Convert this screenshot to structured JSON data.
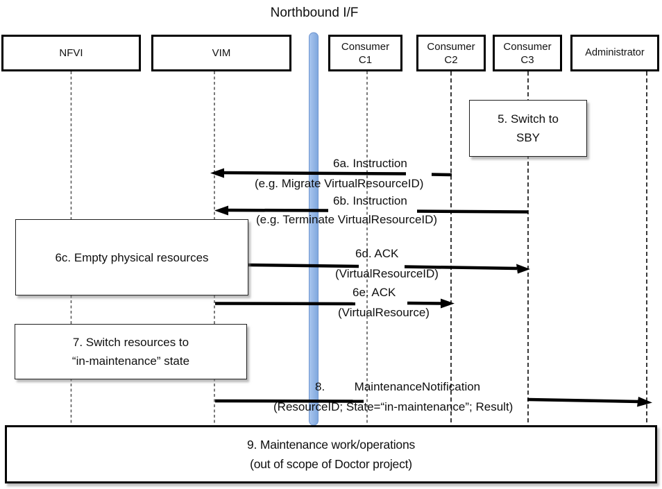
{
  "title": "Northbound I/F",
  "actors": [
    {
      "label": "NFVI"
    },
    {
      "label": "VIM"
    },
    {
      "label": "Consumer",
      "label2": "C1"
    },
    {
      "label": "Consumer",
      "label2": "C2"
    },
    {
      "label": "Consumer",
      "label2": "C3"
    },
    {
      "label": "Administrator"
    }
  ],
  "notes": {
    "switch_sby": {
      "line1": "5. Switch to",
      "line2": "SBY"
    },
    "empty_physical": {
      "line1": "6c. Empty physical resources"
    },
    "switch_maintenance": {
      "line1": "7. Switch resources to",
      "line2": "“in-maintenance” state"
    },
    "maintenance_work": {
      "line1": "9. Maintenance work/operations",
      "line2": "(out of scope of Doctor project)"
    }
  },
  "messages": {
    "m6a": {
      "line1": "6a. Instruction",
      "line2": "(e.g. Migrate VirtualResourceID)"
    },
    "m6b": {
      "line1": "6b. Instruction",
      "line2": "(e.g. Terminate VirtualResourceID)"
    },
    "m6d": {
      "line1": "6d. ACK",
      "line2": "(VirtualResourceID)"
    },
    "m6e": {
      "line1": "6e. ACK",
      "line2": "(VirtualResource)"
    },
    "m8": {
      "line1": "8.         MaintenanceNotification",
      "line2": "(ResourceID; State=“in-maintenance”; Result)"
    }
  },
  "colors": {
    "northbound_bar_fill_light": "#a9c6ef",
    "northbound_bar_fill_dark": "#7fa7dd",
    "northbound_bar_border": "#6d94cf",
    "arrow": "#000000"
  }
}
